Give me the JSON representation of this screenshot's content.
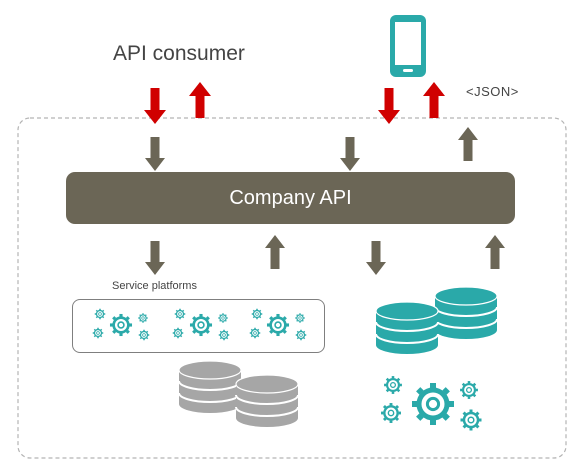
{
  "diagram": {
    "consumer_label": "API consumer",
    "json_label": "<JSON>",
    "api_label": "Company API",
    "service_label": "Service platforms"
  },
  "colors": {
    "api_bar": "#6b6656",
    "arrow_brown": "#6b6656",
    "arrow_red": "#d00000",
    "teal": "#2aa9a9",
    "grey": "#a6a6a6",
    "border": "#b3b3b3"
  },
  "icons": {
    "mobile": "mobile-phone-icon",
    "gear": "gear-icon",
    "database": "database-icon"
  }
}
